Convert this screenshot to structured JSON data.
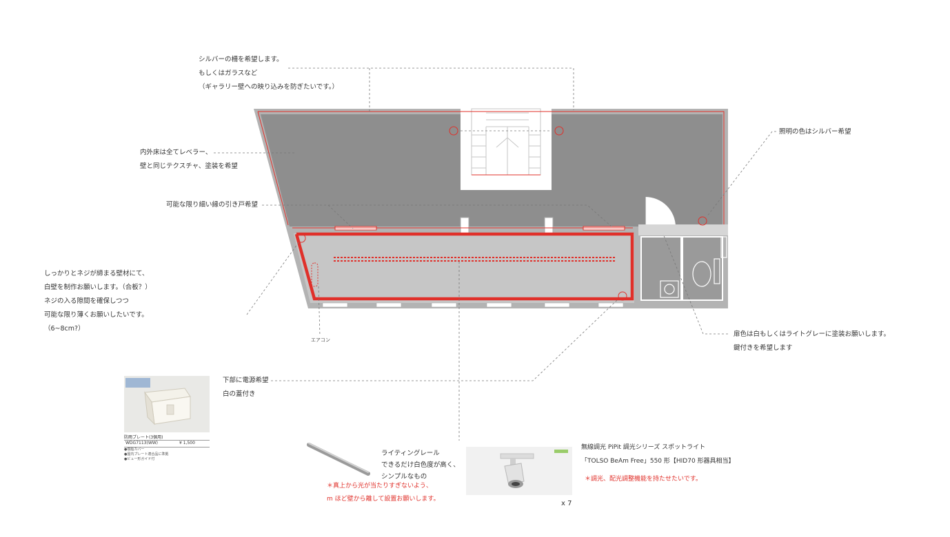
{
  "colors": {
    "floor": "#8e8e8e",
    "floor_light": "#c6c6c6",
    "wall": "#b3b3b3",
    "accent_red": "#e0302a",
    "leader": "#777777"
  },
  "annotations": {
    "railing": [
      "シルバーの柵を希望します。",
      "もしくはガラスなど",
      "（ギャラリー壁への映り込みを防ぎたいです。）"
    ],
    "floor_finish": [
      "内外床は全てレベラー、",
      "壁と同じテクスチャ、塗装を希望"
    ],
    "sliding_door": "可能な限り細い縁の引き戸希望",
    "wall_build": [
      "しっかりとネジが締まる壁材にて、",
      "白壁を制作お願いします。（合板？）",
      "ネジの入る隙間を確保しつつ",
      "可能な限り薄くお願いしたいです。",
      "（6~8cm?）"
    ],
    "aircon": "エアコン",
    "power": [
      "下部に電源希望",
      "白の蓋付き"
    ],
    "lighting_color": "照明の色はシルバー希望",
    "door_color": [
      "扉色は白もしくはライトグレーに塗装お願いします。",
      "鍵付きを希望します"
    ],
    "rail": [
      "ライティングレール",
      "できるだけ白色度が高く、",
      "シンプルなもの"
    ],
    "rail_note": [
      "＊真上から光が当たりすぎないよう、",
      "m ほど壁から離して設置お願いします。"
    ],
    "spotlight": [
      "無線調光 PiPit 調光シリーズ スポットライト",
      "「TOLSO BeAm Free」550 形【HID70 形器具相当】"
    ],
    "spotlight_note": "＊調光、配光調整機能を持たせたいです。",
    "spotlight_qty": "x 7"
  },
  "product": {
    "title": "防雨プレート(3個用)",
    "code": "WDG7113(WW)",
    "price": "¥ 1,500",
    "specs": [
      "●樹脂カバー",
      "●屋内プレート適合品に準拠",
      "●ビュー形ガイド付"
    ]
  }
}
